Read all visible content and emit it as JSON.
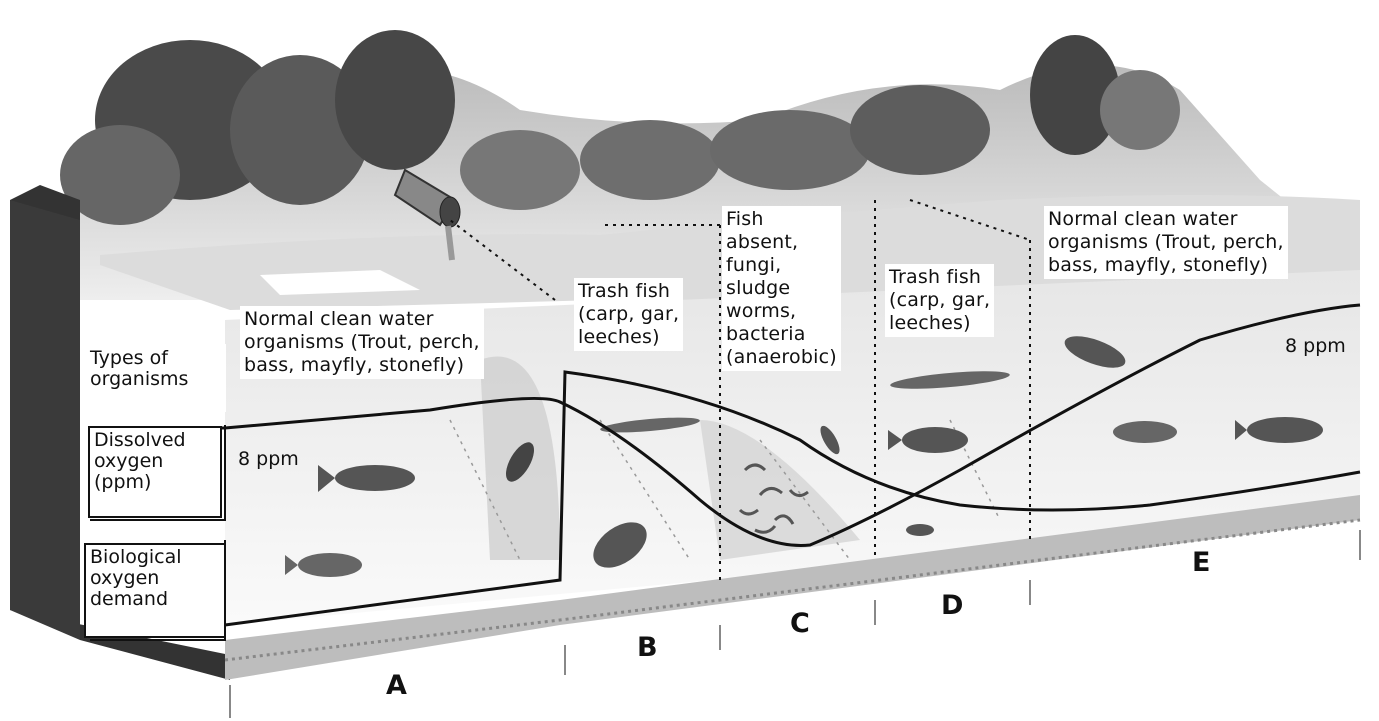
{
  "left_labels": {
    "types": "Types of\norganisms",
    "dissolved_oxygen": "Dissolved\noxygen\n(ppm)",
    "bod": "Biological\noxygen\ndemand"
  },
  "zones": {
    "a_organisms": "Normal clean water\norganisms (Trout, perch,\nbass, mayfly, stonefly)",
    "b_organisms": "Trash fish\n(carp, gar,\nleeches)",
    "c_organisms": "Fish\nabsent,\nfungi,\nsludge\nworms,\nbacteria\n(anaerobic)",
    "d_organisms": "Trash fish\n(carp, gar,\nleeches)",
    "e_organisms": "Normal clean water\norganisms (Trout, perch,\nbass, mayfly, stonefly)"
  },
  "ppm_left": "8 ppm",
  "ppm_right": "8 ppm",
  "sections": [
    "A",
    "B",
    "C",
    "D",
    "E"
  ]
}
